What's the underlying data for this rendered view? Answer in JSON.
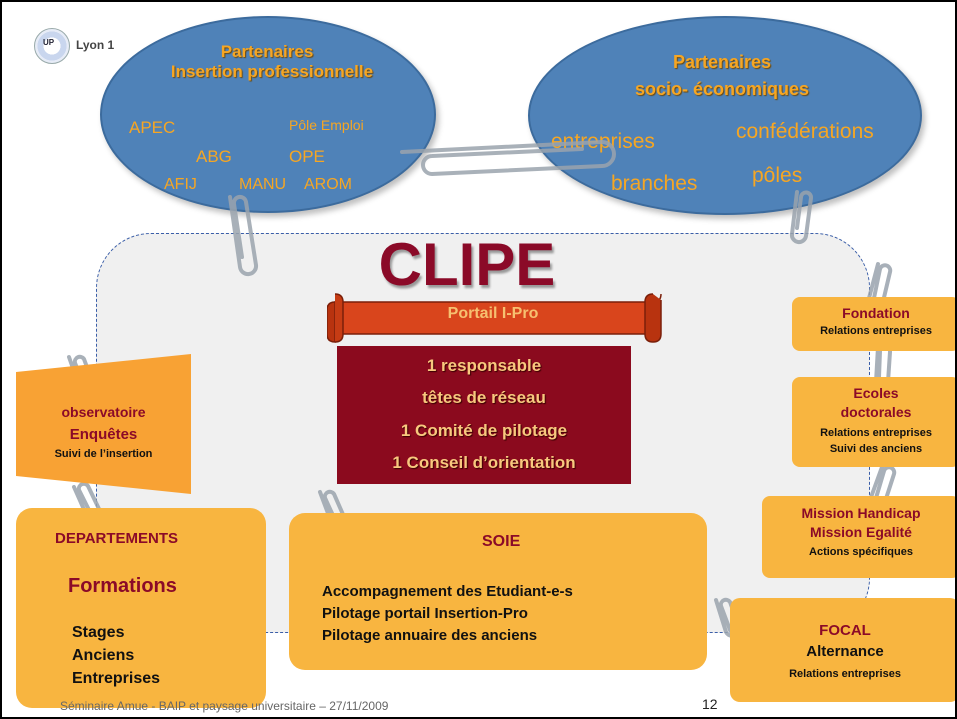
{
  "logo": {
    "mark": "UP",
    "text": "Lyon 1"
  },
  "partners_left": {
    "title_line1": "Partenaires",
    "title_line2": "Insertion professionnelle",
    "items": [
      "APEC",
      "Pôle Emploi",
      "ABG",
      "OPE",
      "AFIJ",
      "MANU",
      "AROM"
    ]
  },
  "partners_right": {
    "title_line1": "Partenaires",
    "title_line2": "socio- économiques",
    "items": [
      "entreprises",
      "confédérations",
      "branches",
      "pôles"
    ]
  },
  "clipe": {
    "title": "CLIPE",
    "banner": "Portail I-Pro",
    "lines": [
      "1 responsable",
      "têtes de réseau",
      "1 Comité de pilotage",
      "1 Conseil d’orientation"
    ]
  },
  "observatoire": {
    "title": "observatoire",
    "subtitle": "Enquêtes",
    "detail": "Suivi de l’insertion"
  },
  "departements": {
    "title": "DEPARTEMENTS",
    "subtitle": "Formations",
    "items": [
      "Stages",
      "Anciens",
      "Entreprises"
    ]
  },
  "soie": {
    "title": "SOIE",
    "items": [
      "Accompagnement des Etudiant-e-s",
      "Pilotage portail Insertion-Pro",
      "Pilotage annuaire des anciens"
    ]
  },
  "fondation": {
    "title": "Fondation",
    "detail": "Relations entreprises"
  },
  "ecoles": {
    "title_line1": "Ecoles",
    "title_line2": "doctorales",
    "detail1": "Relations entreprises",
    "detail2": "Suivi des anciens"
  },
  "mission": {
    "title_line1": "Mission Handicap",
    "title_line2": "Mission Egalité",
    "detail": "Actions spécifiques"
  },
  "focal": {
    "title": "FOCAL",
    "subtitle": "Alternance",
    "detail": "Relations entreprises"
  },
  "footer": {
    "text": "Séminaire Amue  - BAIP et paysage universitaire – 27/11/2009",
    "page": "12"
  },
  "colors": {
    "ellipse": "#4f82b8",
    "orange": "#f8b540",
    "maroon": "#8b0a28",
    "ellipse_text": "#f6a623"
  }
}
